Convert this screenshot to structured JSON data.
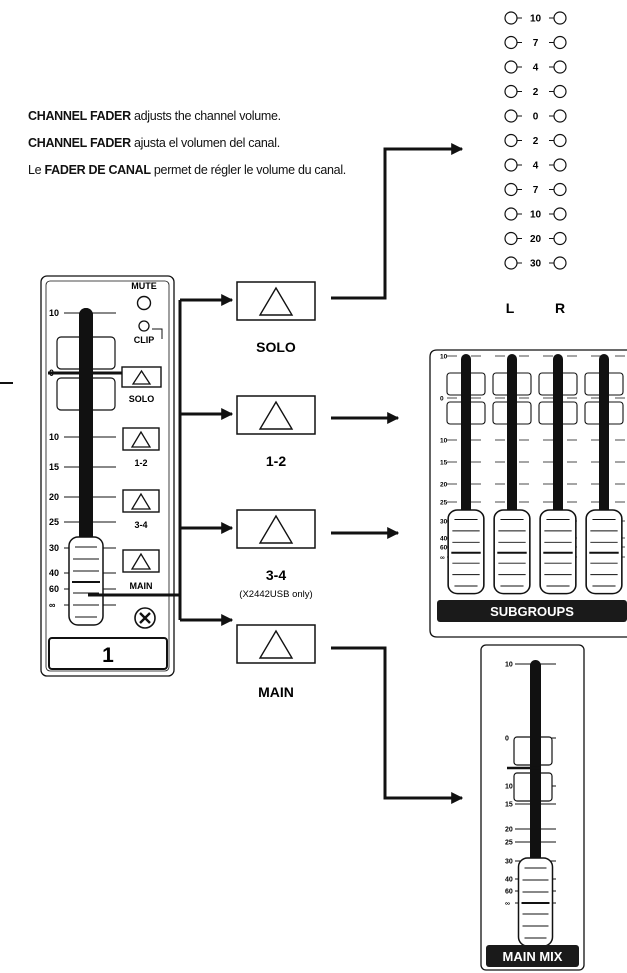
{
  "descriptions": {
    "en": {
      "bold": "CHANNEL FADER",
      "rest": " adjusts the channel volume."
    },
    "es": {
      "bold": "CHANNEL FADER",
      "rest": " ajusta el volumen del canal."
    },
    "fr": {
      "pre": "Le ",
      "bold": "FADER DE CANAL",
      "rest": "  permet de régler le volume du canal."
    }
  },
  "meter": {
    "levels": [
      "10",
      "7",
      "4",
      "2",
      "0",
      "2",
      "4",
      "7",
      "10",
      "20",
      "30"
    ],
    "left_label": "L",
    "right_label": "R"
  },
  "channel_strip": {
    "mute_label": "MUTE",
    "clip_label": "CLIP",
    "solo_label": "SOLO",
    "bus12_label": "1-2",
    "bus34_label": "3-4",
    "main_label": "MAIN",
    "channel_number": "1",
    "scale": [
      "10",
      "0",
      "10",
      "15",
      "20",
      "25",
      "30",
      "40",
      "60",
      "∞"
    ]
  },
  "routing_buttons": [
    {
      "label": "SOLO",
      "note": ""
    },
    {
      "label": "1-2",
      "note": ""
    },
    {
      "label": "3-4",
      "note": "(X2442USB only)"
    },
    {
      "label": "MAIN",
      "note": ""
    }
  ],
  "subgroups": {
    "label": "SUBGROUPS",
    "scale": [
      "10",
      "0",
      "10",
      "15",
      "20",
      "25",
      "30",
      "40",
      "60",
      "∞"
    ]
  },
  "main_mix": {
    "label": "MAIN MIX",
    "scale": [
      "10",
      "0",
      "10",
      "15",
      "20",
      "25",
      "30",
      "40",
      "60",
      "∞"
    ]
  },
  "colors": {
    "ink": "#111111",
    "panel_label_bg": "#1a1a1a",
    "panel_label_fg": "#ffffff"
  }
}
